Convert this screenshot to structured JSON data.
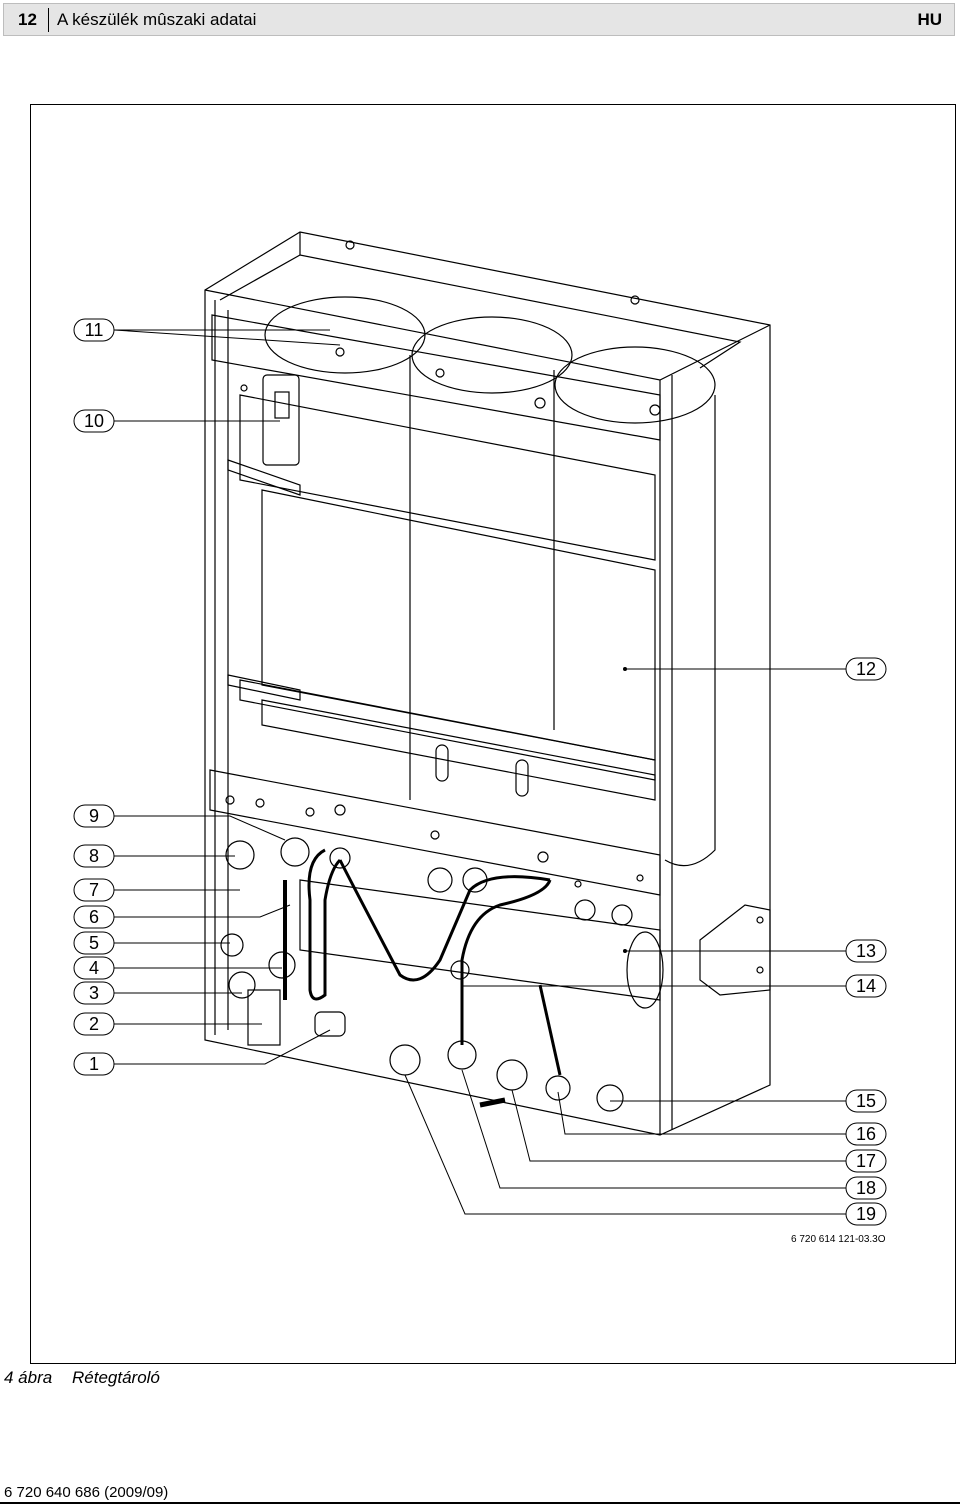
{
  "header": {
    "page_number": "12",
    "title": "A készülék mûszaki adatai",
    "language": "HU"
  },
  "figure": {
    "reference_code": "6 720 614 121-03.3O",
    "callouts_left": [
      "11",
      "10",
      "9",
      "8",
      "7",
      "6",
      "5",
      "4",
      "3",
      "2",
      "1"
    ],
    "callouts_right": [
      "12",
      "13",
      "14",
      "15",
      "16",
      "17",
      "18",
      "19"
    ]
  },
  "caption": {
    "number": "4 ábra",
    "text": "Rétegtároló"
  },
  "footer": {
    "document_code": "6 720 640 686 (2009/09)"
  }
}
